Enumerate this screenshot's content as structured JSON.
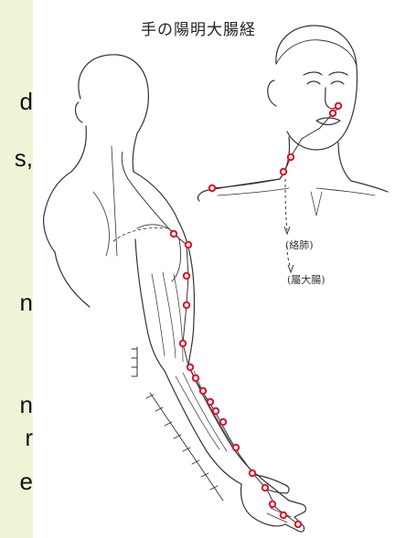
{
  "left_fragments": [
    "d",
    "s,",
    "n",
    "n",
    "r",
    "e"
  ],
  "figure": {
    "title": "手の陽明大腸経",
    "label_luo": "(絡肺)",
    "label_shu": "(屬大腸)",
    "point_color": "#e0102a",
    "line_color": "#333333"
  }
}
